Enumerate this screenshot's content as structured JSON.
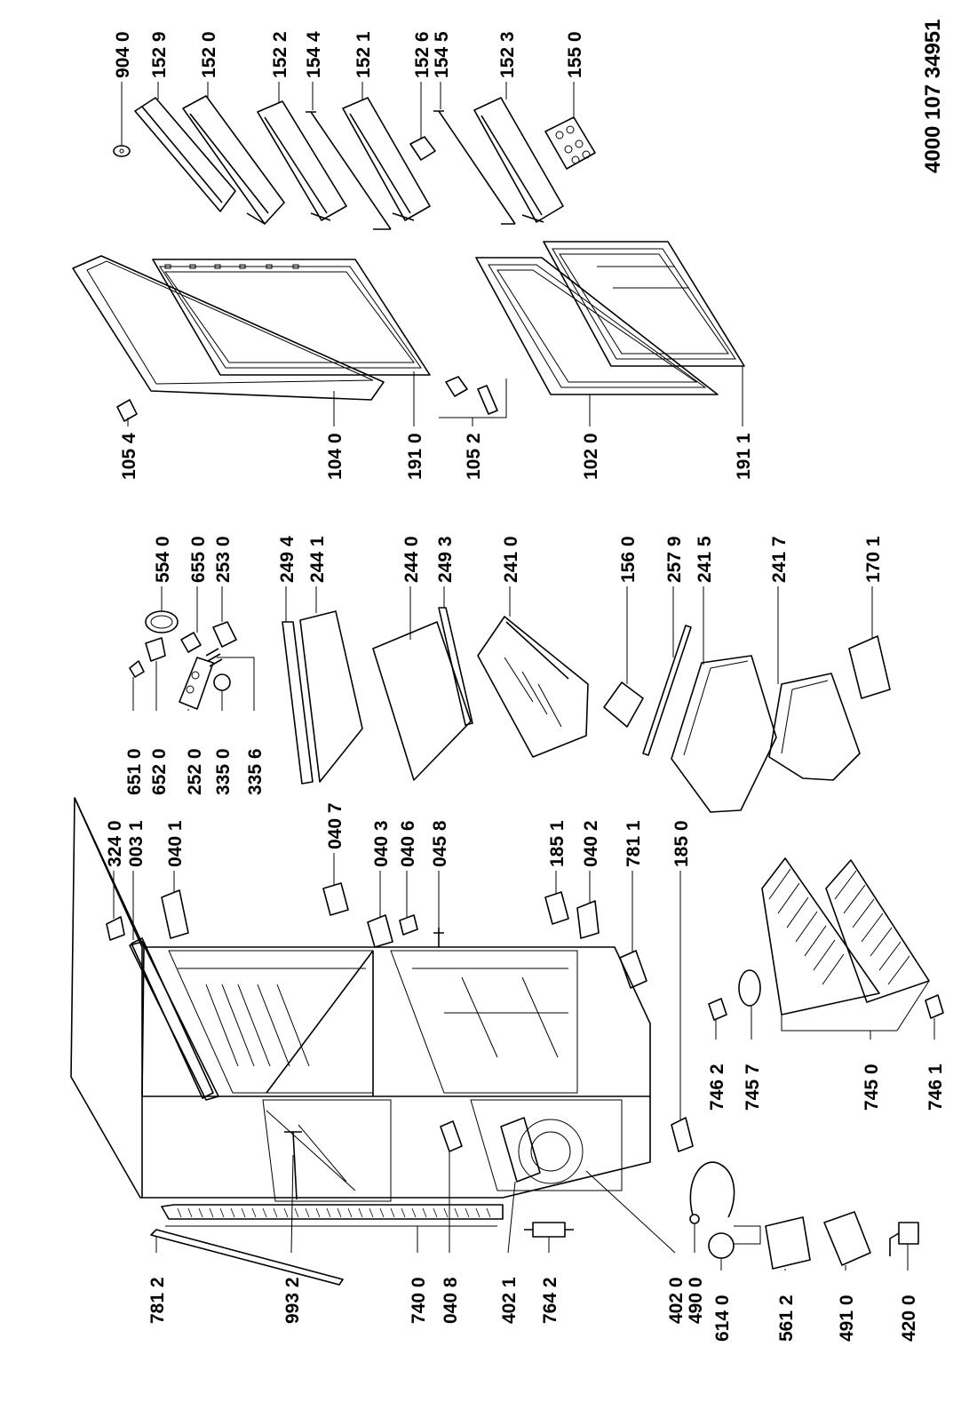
{
  "document": {
    "number": "4000 107 34951"
  },
  "labels": {
    "l9040": "904 0",
    "l1529": "152 9",
    "l1520": "152 0",
    "l1522": "152 2",
    "l1544": "154 4",
    "l1521": "152 1",
    "l1526": "152 6",
    "l1545": "154 5",
    "l1523": "152 3",
    "l1550": "155 0",
    "l1054": "105 4",
    "l1040": "104 0",
    "l1910": "191 0",
    "l1052": "105 2",
    "l1020": "102 0",
    "l1911": "191 1",
    "l5540": "554 0",
    "l6550": "655 0",
    "l2530": "253 0",
    "l2494": "249 4",
    "l2441": "244 1",
    "l2440": "244 0",
    "l2493": "249 3",
    "l2410": "241 0",
    "l1560": "156 0",
    "l2579": "257 9",
    "l2415": "241 5",
    "l2417": "241 7",
    "l1701": "170 1",
    "l6510": "651 0",
    "l6520": "652 0",
    "l2520": "252 0",
    "l3350": "335 0",
    "l3356": "335 6",
    "l3240": "324 0",
    "l0031": "003 1",
    "l0401": "040 1",
    "l0407": "040 7",
    "l0403": "040 3",
    "l0406": "040 6",
    "l0458": "045 8",
    "l1851": "185 1",
    "l0402": "040 2",
    "l7811": "781 1",
    "l1850": "185 0",
    "l7812": "781 2",
    "l9932": "993 2",
    "l7400": "740 0",
    "l0408": "040 8",
    "l4021": "402 1",
    "l7642": "764 2",
    "l4020": "402 0",
    "l4900": "490 0",
    "l6140": "614 0",
    "l5612": "561 2",
    "l4910": "491 0",
    "l4200": "420 0",
    "l7462": "746 2",
    "l7457": "745 7",
    "l7450": "745 0",
    "l7461": "746 1"
  }
}
